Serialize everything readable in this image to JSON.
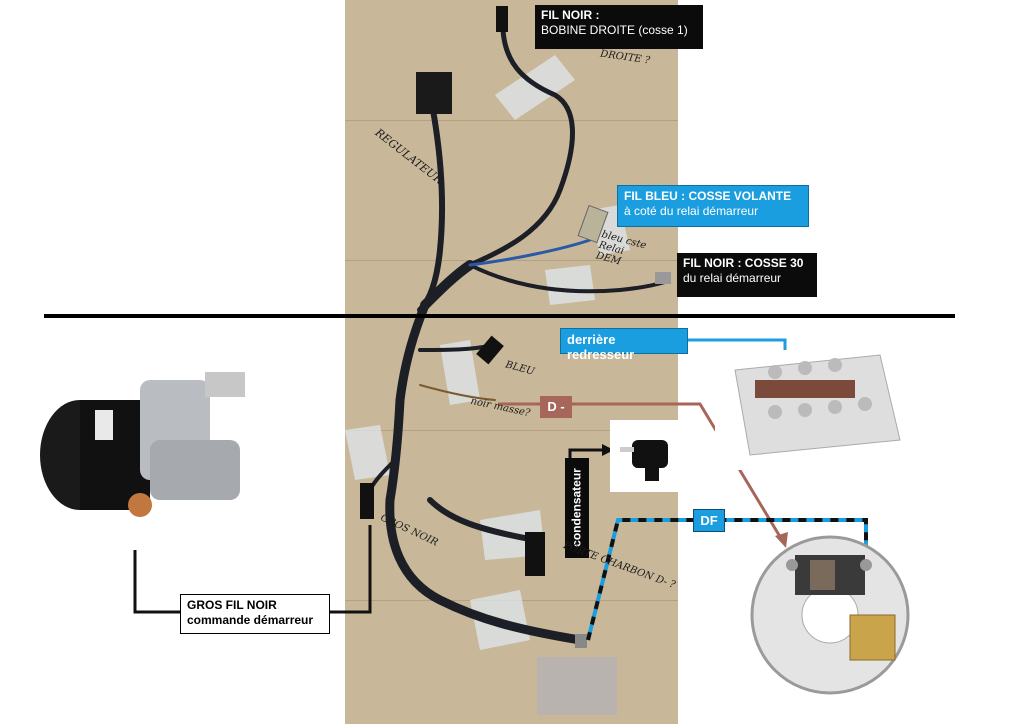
{
  "labels": {
    "fil_noir_bobine": {
      "title": "FIL NOIR :",
      "sub": "BOBINE DROITE (cosse 1)"
    },
    "fil_bleu": {
      "title": "FIL BLEU : COSSE VOLANTE",
      "sub": "à coté du relai démarreur"
    },
    "fil_noir_30": {
      "title": "FIL NOIR : COSSE 30",
      "sub": "du relai démarreur"
    },
    "derriere": "derrière redresseur",
    "d_minus": "D -",
    "condensateur": "condensateur",
    "df": "DF",
    "gros_fil": {
      "title": "GROS FIL NOIR",
      "sub": "commande démarreur"
    }
  },
  "handwriting": {
    "regulateur": "REGULATEUR",
    "bleu_cste": "bleu cste Relai DEM",
    "bleu": "BLEU",
    "noir_masse": "noir masse?",
    "gros_noir": "GROS NOIR",
    "porte_charbon": "PORTE CHARBON D- ?",
    "droite": "DROITE ?"
  },
  "colors": {
    "black_label": "#0b0b0b",
    "blue_label": "#1b9ee0",
    "d_minus_brown": "#a6665a",
    "cardboard": "#c9b79a"
  }
}
